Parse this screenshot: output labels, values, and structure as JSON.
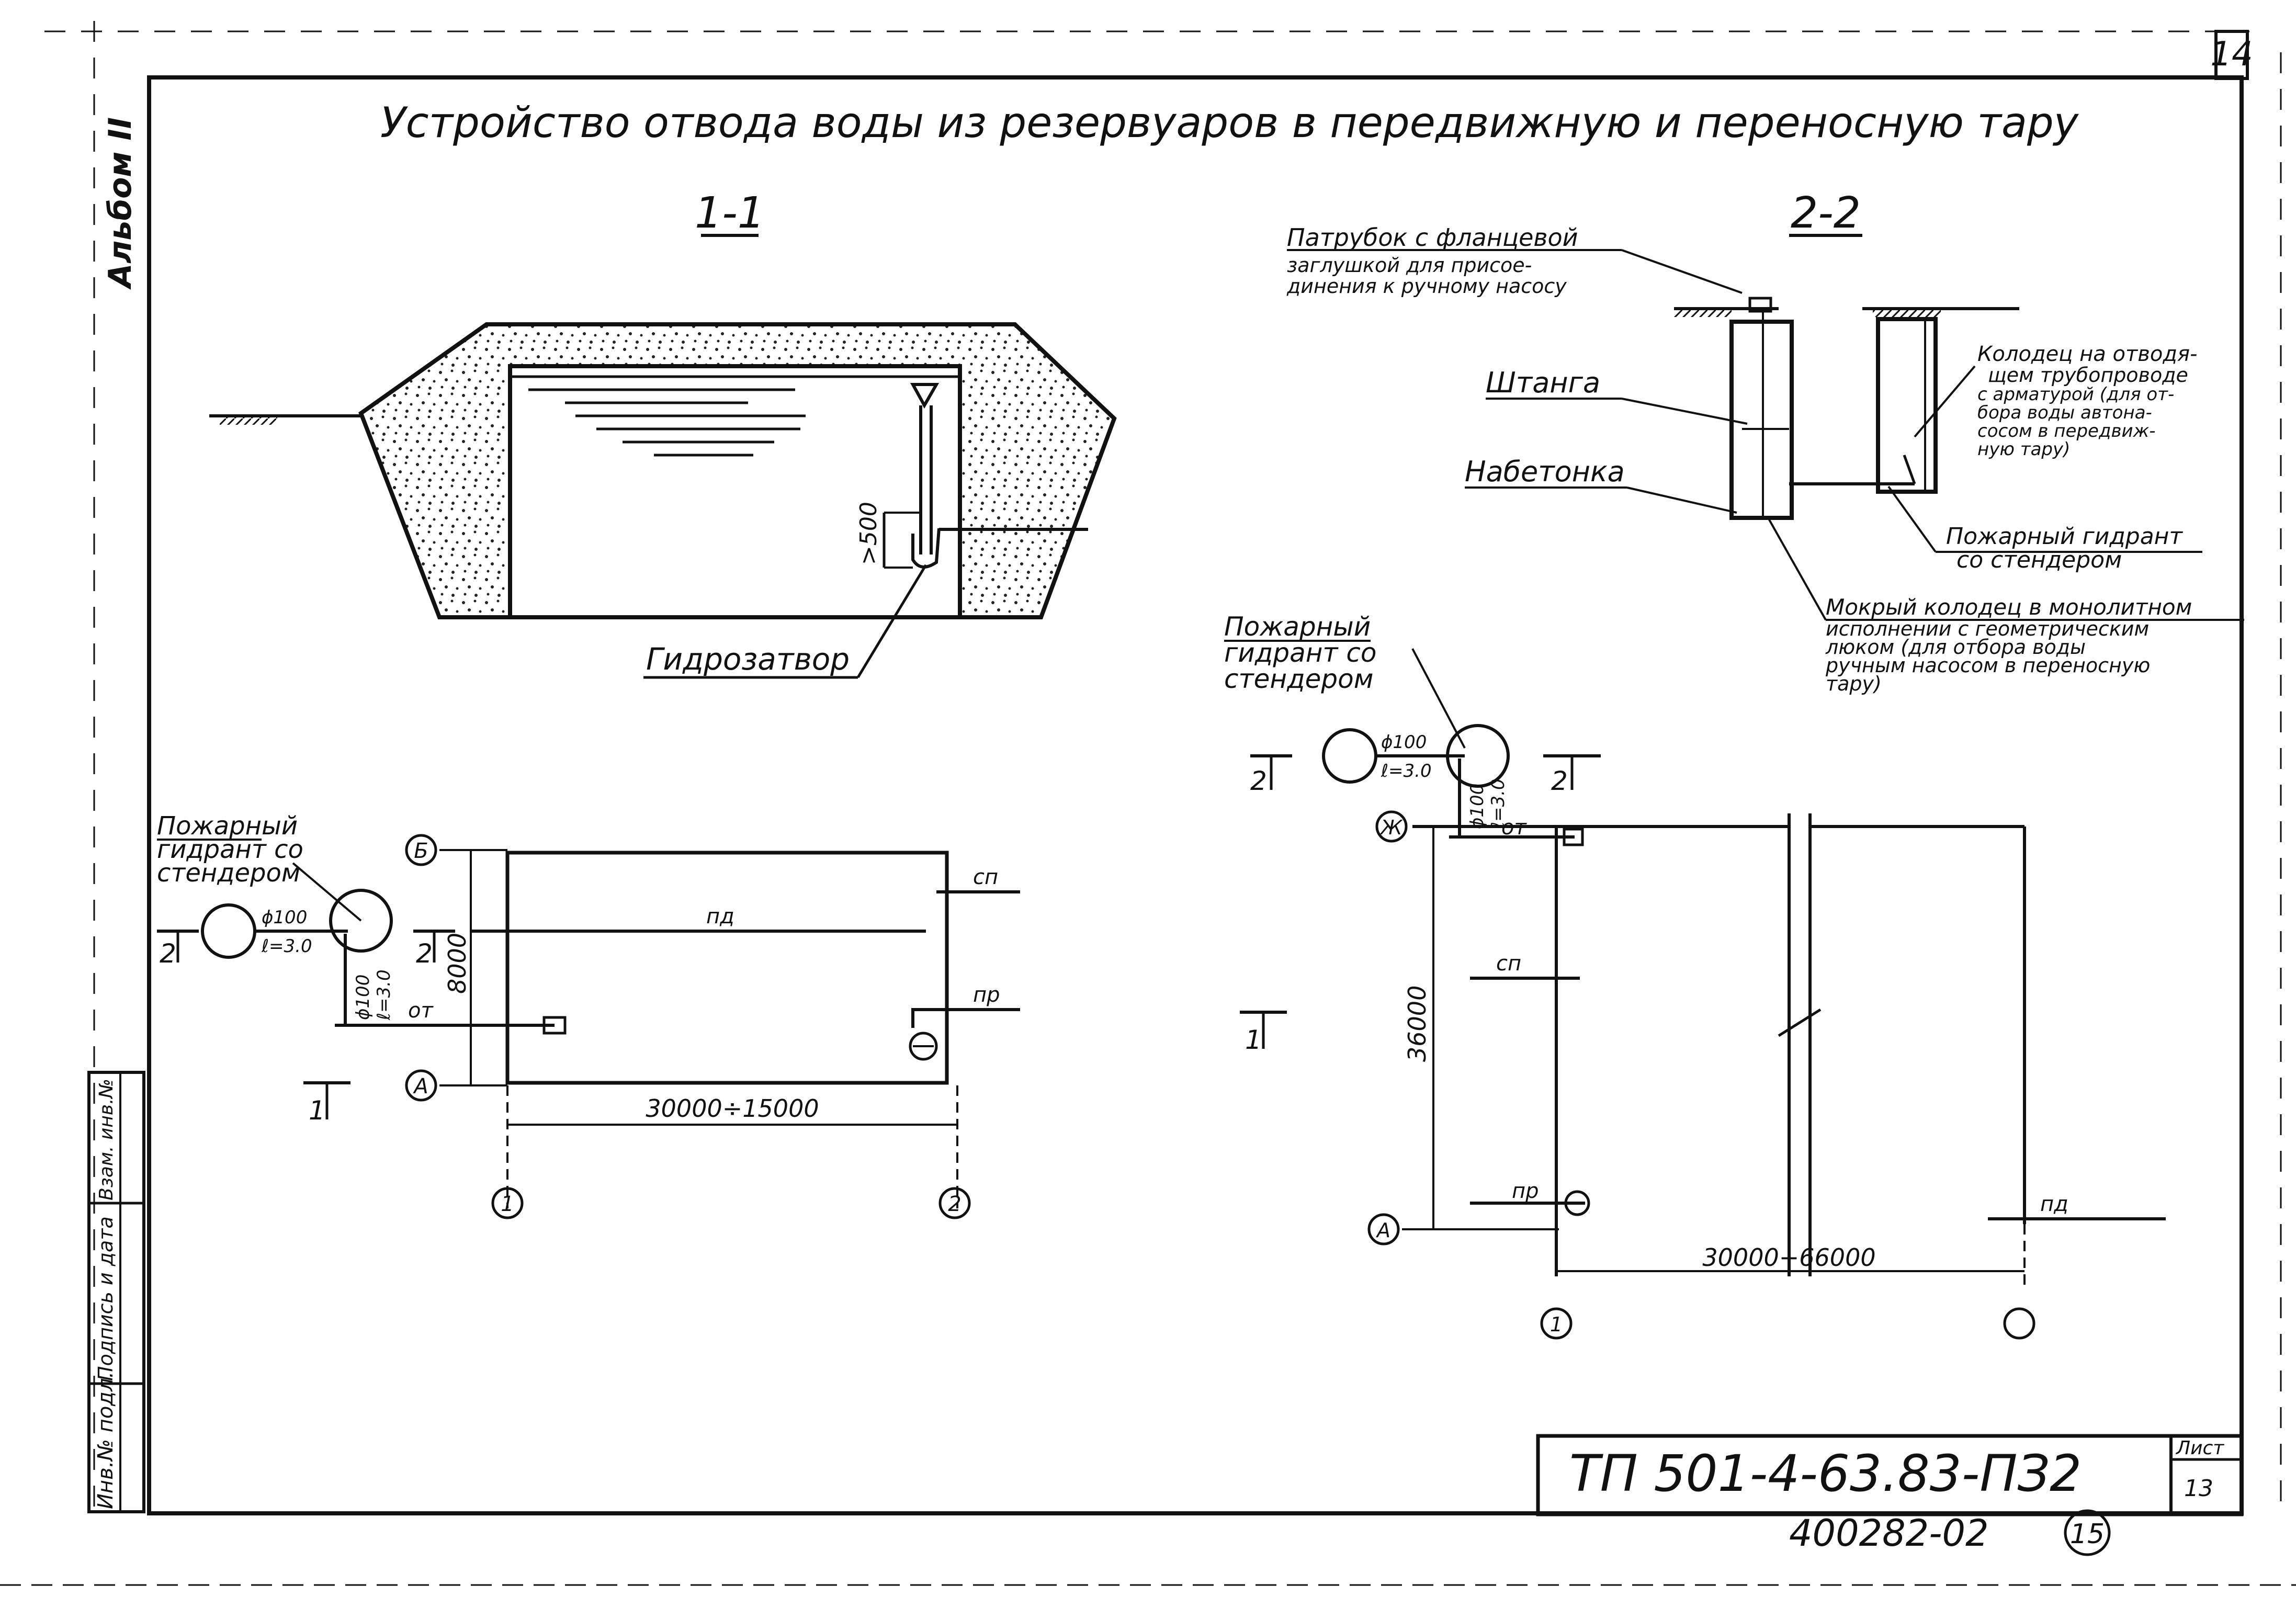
{
  "sheet_number": "14",
  "title": "Устройство отвода воды из резервуаров в передвижную и переносную тару",
  "album": "Альбом II",
  "section_1": {
    "label": "1-1",
    "gidrozatvor": "Гидрозатвор",
    "dim_500": ">500"
  },
  "section_2": {
    "label": "2-2",
    "patrubok": [
      "Патрубок с фланцевой",
      "заглушкой для присое-",
      "динения к ручному насосу"
    ],
    "shtanga": "Штанга",
    "nabetonka": "Набетонка",
    "kolodec": [
      "Колодец на отводя-",
      "щем трубопроводе",
      "с арматурой (для от-",
      "бора воды автона-",
      "сосом в передвиж-",
      "ную тару)"
    ],
    "gidrant": [
      "Пожарный гидрант",
      "со стендером"
    ],
    "mokryi": [
      "Мокрый колодец в монолитном",
      "исполнении с геометрическим",
      "люком (для отбора воды",
      "ручным насосом в переносную",
      "тару)"
    ]
  },
  "plan_1": {
    "gidrant": [
      "Пожарный",
      "гидрант со",
      "стендером"
    ],
    "phi": "ϕ100",
    "len": "ℓ=3.0",
    "phi_v": "ϕ100",
    "len_v": "ℓ=3.0",
    "cut_2": "2",
    "cut_1": "1",
    "axis_b": "Б",
    "axis_a": "А",
    "axis_1": "1",
    "axis_2": "2",
    "dim_width": "8000",
    "dim_length": "30000÷15000",
    "sp": "сп",
    "pd": "пд",
    "pr": "пр",
    "ot": "от"
  },
  "plan_2": {
    "gidrant": [
      "Пожарный",
      "гидрант со",
      "стендером"
    ],
    "phi": "ϕ100",
    "len": "ℓ=3.0",
    "phi_v": "ϕ100",
    "len_v": "ℓ=3.0",
    "cut_2": "2",
    "cut_1": "1",
    "axis_zh": "Ж",
    "axis_a": "А",
    "axis_1": "1",
    "dim_width": "36000",
    "dim_length": "30000÷66000",
    "ot": "от",
    "sp": "сп",
    "pr": "пр",
    "pd": "пд"
  },
  "side_stamp": [
    "Инв.№ подл.",
    "Подпись и дата",
    "Взам. инв.№"
  ],
  "stamp": {
    "code": "ТП 501-4-63.83-ПЗ2",
    "list_label": "Лист",
    "list_number": "13"
  },
  "footer_code": "400282-02",
  "footer_number": "15"
}
